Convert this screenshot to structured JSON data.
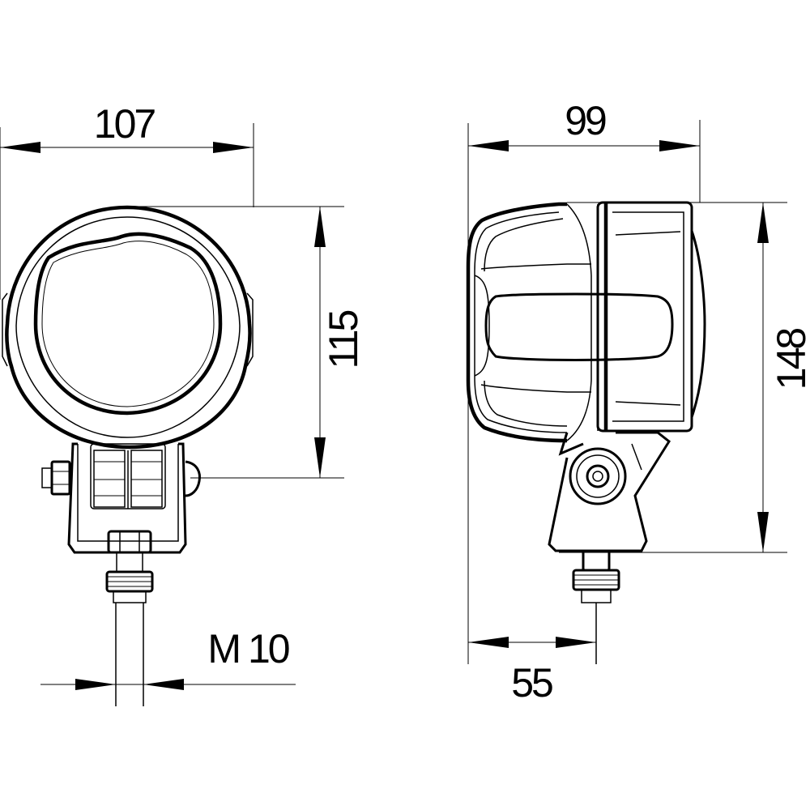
{
  "dimensions": {
    "front_width": "107",
    "front_height": "115",
    "thread": "M 10",
    "side_depth": "99",
    "side_height": "148",
    "mount_offset": "55"
  }
}
